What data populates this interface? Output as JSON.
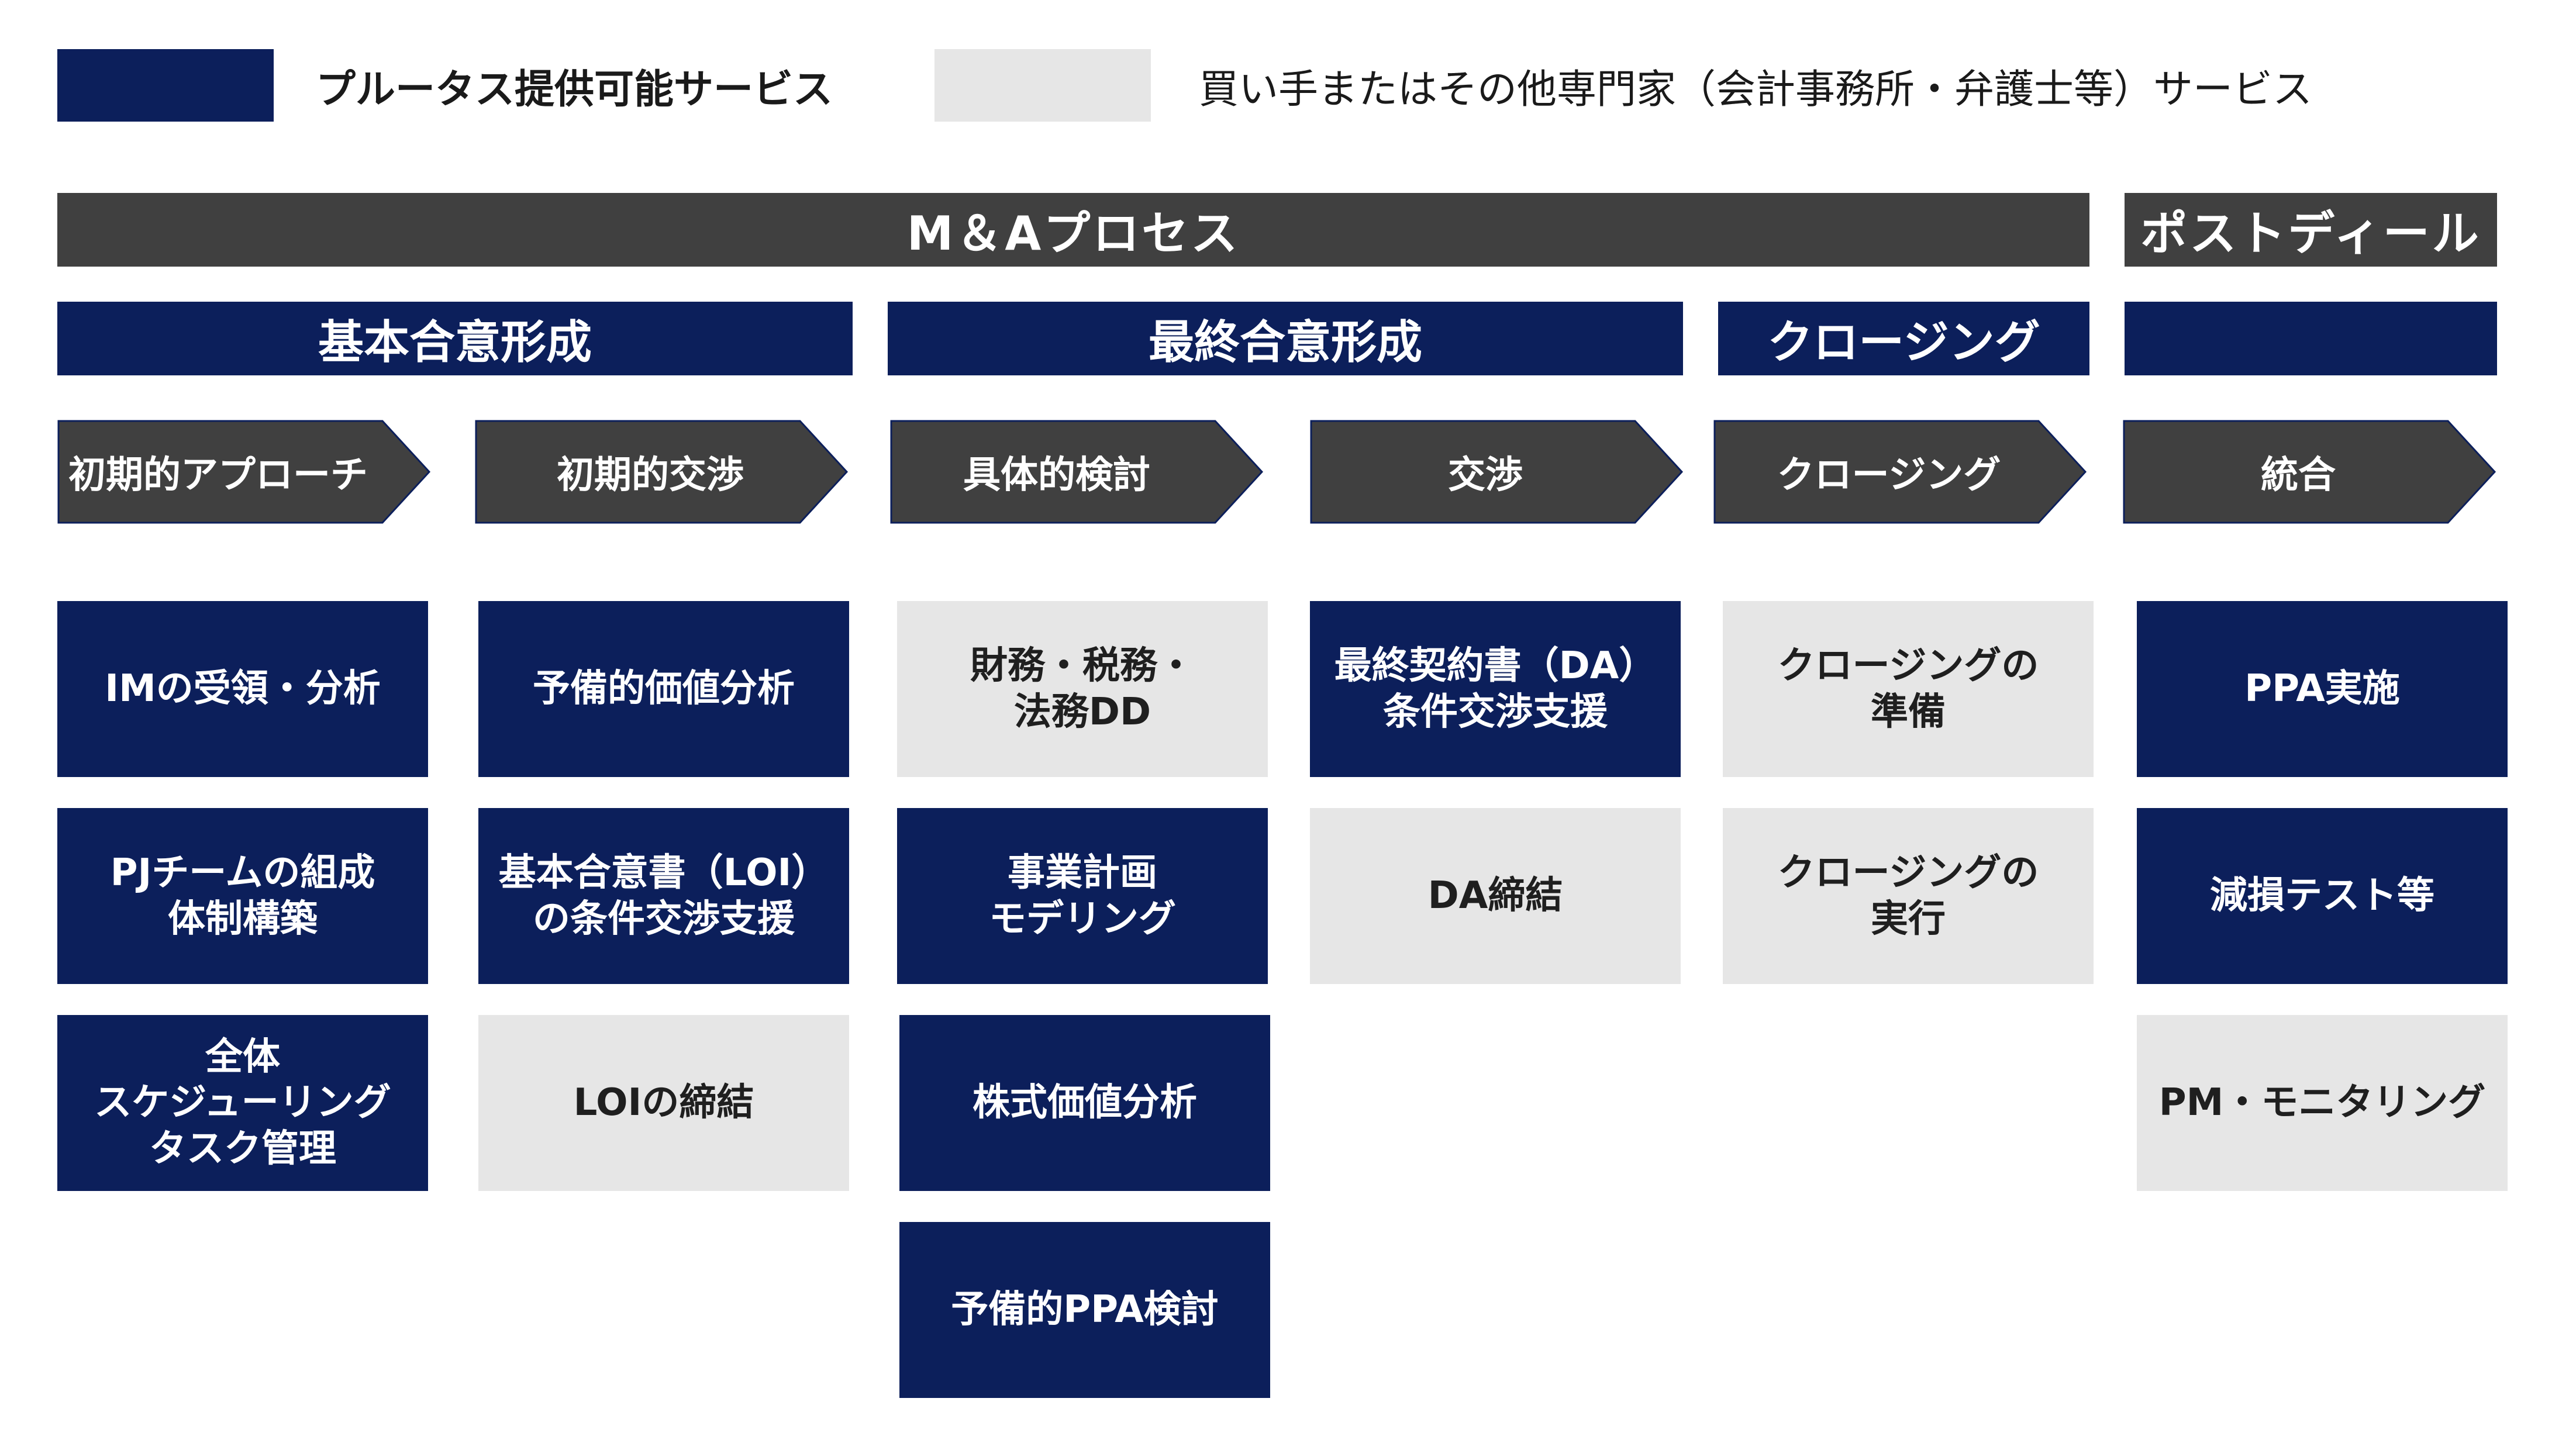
{
  "legend": {
    "provided_label": "プルータス提供可能サービス",
    "other_label": "買い手またはその他専門家（会計事務所・弁護士等）サービス"
  },
  "header": {
    "process_label": "M＆Aプロセス",
    "post_deal_label": "ポストディール"
  },
  "phases": {
    "basic": "基本合意形成",
    "final": "最終合意形成",
    "closing": "クロージング",
    "post": ""
  },
  "steps": {
    "s1": "初期的アプローチ",
    "s2": "初期的交渉",
    "s3": "具体的検討",
    "s4": "交渉",
    "s5": "クロージング",
    "s6": "統合"
  },
  "cards": {
    "c1_1": "IMの受領・分析",
    "c1_2": "PJチームの組成\n体制構築",
    "c1_3": "全体\nスケジューリング\nタスク管理",
    "c2_1": "予備的価値分析",
    "c2_2": "基本合意書（LOI）\nの条件交渉支援",
    "c2_3": "LOIの締結",
    "c3_1": "財務・税務・\n法務DD",
    "c3_2": "事業計画\nモデリング",
    "c3_3": "株式価値分析",
    "c3_4": "予備的PPA検討",
    "c4_1": "最終契約書（DA）\n条件交渉支援",
    "c4_2": "DA締結",
    "c5_1": "クロージングの\n準備",
    "c5_2": "クロージングの\n実行",
    "c6_1": "PPA実施",
    "c6_2": "減損テスト等",
    "c6_3": "PM・モニタリング"
  },
  "colors": {
    "pluto_service": "#0c1f5b",
    "other_service": "#e6e6e6",
    "process_bar": "#404040"
  }
}
